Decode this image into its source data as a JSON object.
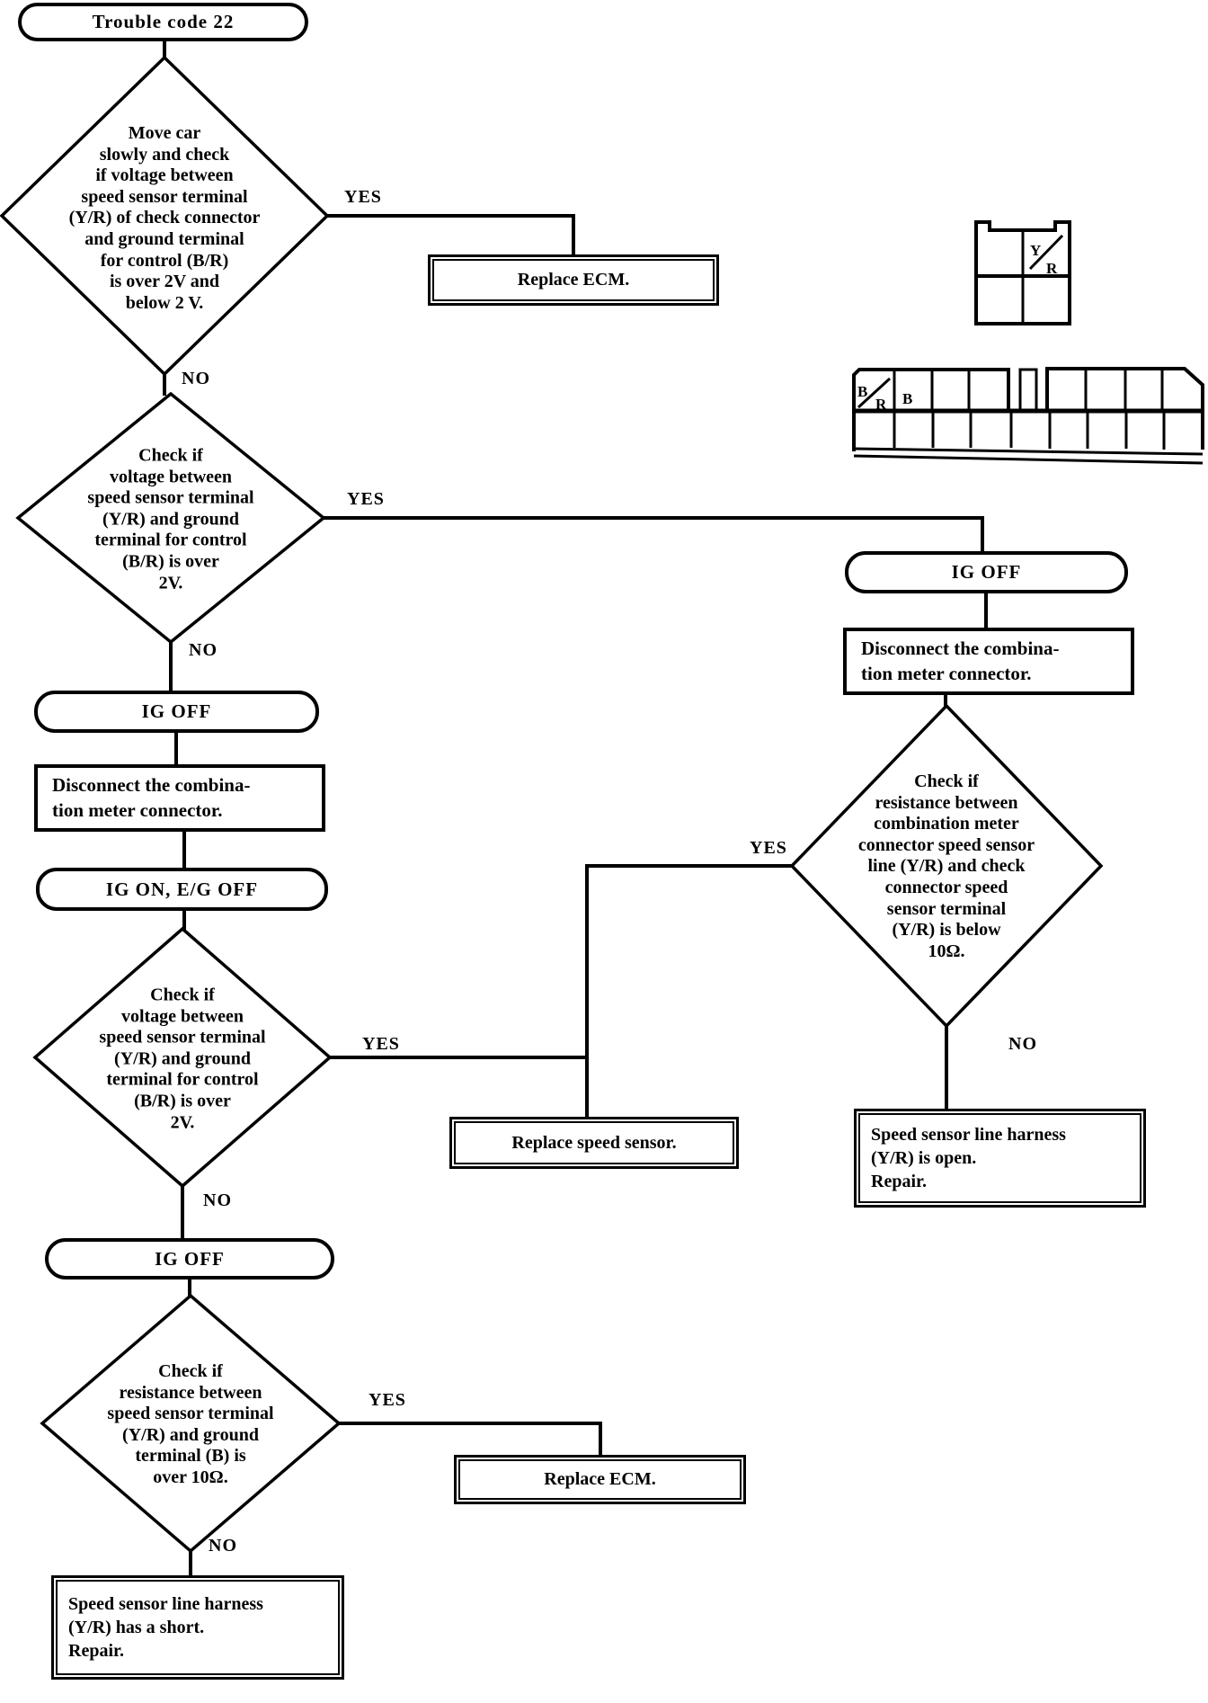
{
  "flow": {
    "yes": "YES",
    "no": "NO"
  },
  "nodes": {
    "start": {
      "text": "Trouble code 22"
    },
    "d1": {
      "lines": [
        "Move car",
        "slowly and check",
        "if voltage between",
        "speed sensor terminal",
        "(Y/R) of check connector",
        "and ground terminal",
        "for control (B/R)",
        "is over 2V and",
        "below 2 V."
      ]
    },
    "replace_ecm_1": {
      "text": "Replace ECM."
    },
    "d2": {
      "lines": [
        "Check if",
        "voltage between",
        "speed sensor terminal",
        "(Y/R) and ground",
        "terminal for control",
        "(B/R) is over",
        "2V."
      ]
    },
    "ig_off_right": {
      "text": "IG OFF"
    },
    "disconnect_right": {
      "lines": [
        "Disconnect the combina-",
        "tion meter connector."
      ]
    },
    "d3_right": {
      "lines": [
        "Check if",
        "resistance between",
        "combination meter",
        "connector speed sensor",
        "line (Y/R) and check",
        "connector speed",
        "sensor terminal",
        "(Y/R) is below",
        "10Ω."
      ]
    },
    "harness_open": {
      "lines": [
        "Speed sensor line harness",
        "(Y/R) is open.",
        "Repair."
      ]
    },
    "ig_off_left": {
      "text": "IG OFF"
    },
    "disconnect_left": {
      "lines": [
        "Disconnect the combina-",
        "tion meter connector."
      ]
    },
    "ig_on": {
      "text": "IG ON, E/G OFF"
    },
    "d3_left": {
      "lines": [
        "Check if",
        "voltage between",
        "speed sensor terminal",
        "(Y/R) and ground",
        "terminal for control",
        "(B/R) is over",
        "2V."
      ]
    },
    "replace_speed_sensor": {
      "text": "Replace speed sensor."
    },
    "ig_off_bottom": {
      "text": "IG OFF"
    },
    "d4": {
      "lines": [
        "Check if",
        "resistance between",
        "speed sensor terminal",
        "(Y/R) and ground",
        "terminal (B) is",
        "over 10Ω."
      ]
    },
    "replace_ecm_2": {
      "text": "Replace ECM."
    },
    "harness_short": {
      "lines": [
        "Speed sensor line harness",
        "(Y/R) has a short.",
        "Repair."
      ]
    }
  },
  "connectors": {
    "check_connector": {
      "wire_top": "Y",
      "wire_bottom": "R"
    },
    "meter_connector": {
      "cell1_top": "B",
      "cell1_bottom": "R",
      "cell2": "B"
    }
  }
}
